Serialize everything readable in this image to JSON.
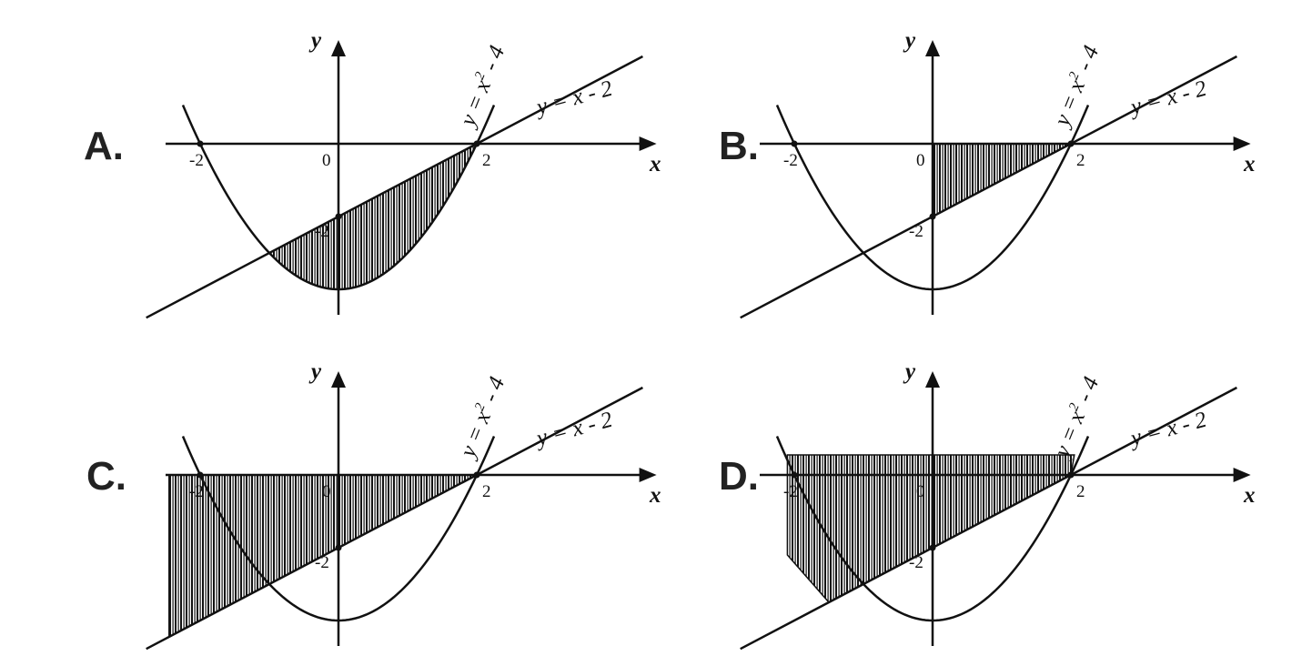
{
  "panels": [
    {
      "label": "A.",
      "x_axis_label": "x",
      "y_axis_label": "y",
      "tick_labels": {
        "x_neg2": "-2",
        "origin": "0",
        "x_pos2": "2",
        "y_neg2": "-2"
      },
      "parabola_label": {
        "base": "y = x",
        "exp": "2",
        "tail": " - 4"
      },
      "line_label": "y = x - 2",
      "shaded_region": "between-curves"
    },
    {
      "label": "B.",
      "x_axis_label": "x",
      "y_axis_label": "y",
      "tick_labels": {
        "x_neg2": "-2",
        "origin": "0",
        "x_pos2": "2",
        "y_neg2": "-2"
      },
      "parabola_label": {
        "base": "y = x",
        "exp": "2",
        "tail": " - 4"
      },
      "line_label": "y = x - 2",
      "shaded_region": "line-to-xaxis-from-0"
    },
    {
      "label": "C.",
      "x_axis_label": "x",
      "y_axis_label": "y",
      "tick_labels": {
        "x_neg2": "-2",
        "origin": "0",
        "x_pos2": "2",
        "y_neg2": "-2"
      },
      "parabola_label": {
        "base": "y = x",
        "exp": "2",
        "tail": " - 4"
      },
      "line_label": "y = x - 2",
      "shaded_region": "line-to-xaxis-left"
    },
    {
      "label": "D.",
      "x_axis_label": "x",
      "y_axis_label": "y",
      "tick_labels": {
        "x_neg2": "-2",
        "origin": "0",
        "x_pos2": "2",
        "y_neg2": "-2"
      },
      "parabola_label": {
        "base": "y = x",
        "exp": "2",
        "tail": " - 4"
      },
      "line_label": "y = x - 2",
      "shaded_region": "line-to-top-band"
    }
  ],
  "colors": {
    "ink": "#111111",
    "background": "#ffffff"
  }
}
